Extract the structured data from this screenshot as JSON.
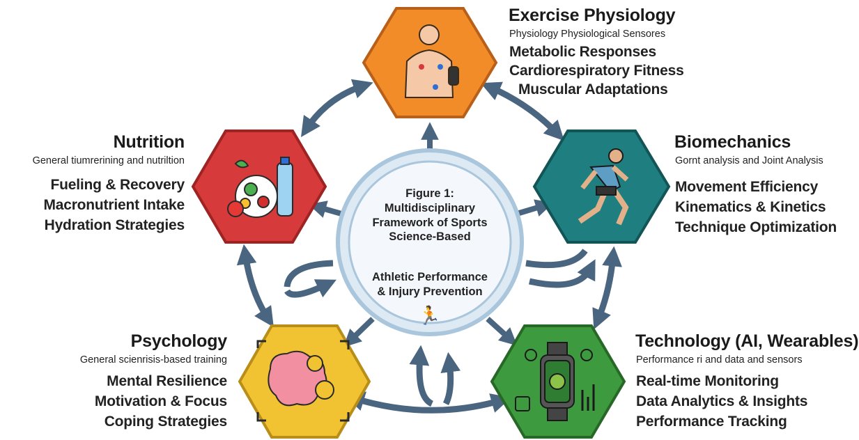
{
  "center": {
    "lines": [
      "Figure 1:",
      "Multidisciplinary",
      "Framework of Sports",
      "Science-Based"
    ],
    "lines2": [
      "Athletic Performance",
      "& Injury Prevention"
    ],
    "icon": "runners-icon"
  },
  "nodes": {
    "exercise": {
      "title": "Exercise Physiology",
      "subtitle": "Physiology Physiological Sensores",
      "items": [
        "Metabolic Responses",
        "Cardiorespiratory Fitness",
        "Muscular Adaptations"
      ],
      "color": "#F28C28",
      "icon": "human-torso-sensors-icon"
    },
    "nutrition": {
      "title": "Nutrition",
      "subtitle": "General tiumrerining and nutriltion",
      "items": [
        "Fueling & Recovery",
        "Macronutrient Intake",
        "Hydration Strategies"
      ],
      "color": "#D63A3A",
      "icon": "food-bowl-water-bottle-icon"
    },
    "biomechanics": {
      "title": "Biomechanics",
      "subtitle": "Gornt analysis and Joint Analysis",
      "items": [
        "Movement Efficiency",
        "Kinematics & Kinetics",
        "Technique Optimization"
      ],
      "color": "#1F7F80",
      "icon": "running-figure-icon"
    },
    "psychology": {
      "title": "Psychology",
      "subtitle": "General scienrisis-based training",
      "items": [
        "Mental Resilience",
        "Motivation & Focus",
        "Coping Strategies"
      ],
      "color": "#F1C232",
      "icon": "brain-gears-icon"
    },
    "technology": {
      "title": "Technology (AI, Wearables)",
      "subtitle": "Performance ri and data and sensors",
      "items": [
        "Real-time Monitoring",
        "Data Analytics & Insights",
        "Performance Tracking"
      ],
      "color": "#3E9A3E",
      "icon": "smartwatch-data-icon"
    }
  },
  "colors": {
    "arrow": "#4A6580",
    "ring": "#A9C6DC",
    "ring_fill": "#E8F1F8"
  }
}
